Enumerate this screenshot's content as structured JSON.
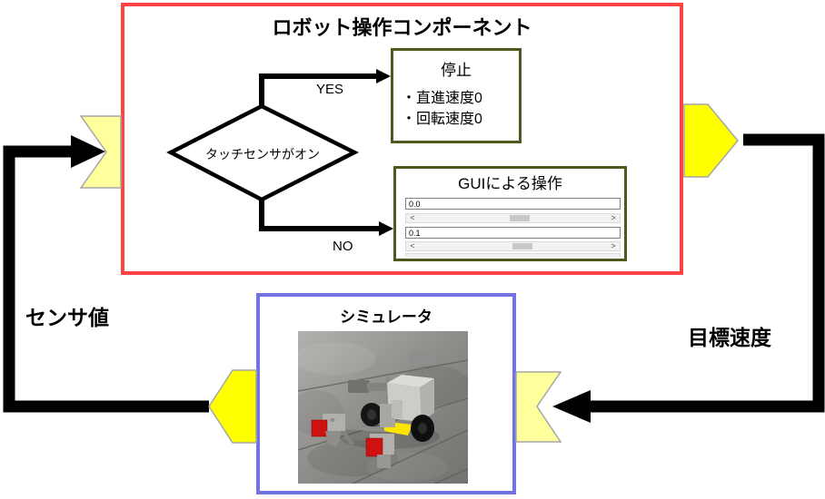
{
  "colors": {
    "red-border": "#ff4242",
    "olive-border": "#4c591d",
    "blue-border": "#7173e3",
    "port-output": "#ffff00",
    "port-input": "#ffff9b",
    "connector": "#000000"
  },
  "component": {
    "title": "ロボット操作コンポーネント",
    "decision": {
      "label": "タッチセンサがオン",
      "yes": "YES",
      "no": "NO"
    },
    "stop_box": {
      "title": "停止",
      "items": [
        "・直進速度0",
        "・回転速度0"
      ]
    },
    "gui_box": {
      "title": "GUIによる操作",
      "field1_value": "0.0",
      "field2_value": "0.1",
      "scroll_left": "<",
      "scroll_right": ">"
    }
  },
  "simulator": {
    "title": "シミュレータ"
  },
  "flow_labels": {
    "sensor_value": "センサ値",
    "target_speed": "目標速度"
  }
}
